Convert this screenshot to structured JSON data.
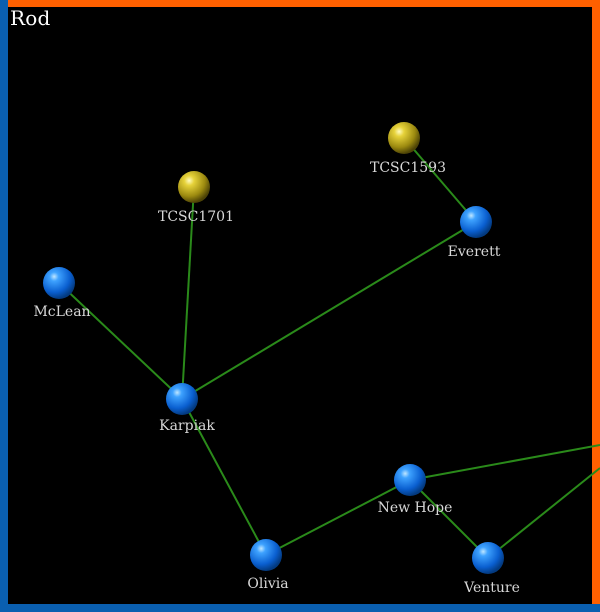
{
  "title": "Rod",
  "colors": {
    "background": "#000000",
    "border_orange": "#ff6000",
    "border_blue": "#0a5fb0",
    "edge": "#2a8a1a",
    "node_blue": "#1a7fff",
    "node_gold": "#c8b21a",
    "label": "#d8d8d8"
  },
  "nodes": [
    {
      "id": "tcsc1593",
      "label": "TCSC1593",
      "kind": "gold"
    },
    {
      "id": "tcsc1701",
      "label": "TCSC1701",
      "kind": "gold"
    },
    {
      "id": "everett",
      "label": "Everett",
      "kind": "blue"
    },
    {
      "id": "mclean",
      "label": "McLean",
      "kind": "blue"
    },
    {
      "id": "karpiak",
      "label": "Karpiak",
      "kind": "blue"
    },
    {
      "id": "new-hope",
      "label": "New Hope",
      "kind": "blue"
    },
    {
      "id": "olivia",
      "label": "Olivia",
      "kind": "blue"
    },
    {
      "id": "venture",
      "label": "Venture",
      "kind": "blue"
    }
  ],
  "edges": [
    {
      "from": "tcsc1593",
      "to": "everett"
    },
    {
      "from": "tcsc1701",
      "to": "karpiak"
    },
    {
      "from": "everett",
      "to": "karpiak"
    },
    {
      "from": "mclean",
      "to": "karpiak"
    },
    {
      "from": "karpiak",
      "to": "olivia"
    },
    {
      "from": "olivia",
      "to": "new-hope"
    },
    {
      "from": "new-hope",
      "to": "venture"
    },
    {
      "from": "new-hope",
      "to": "offscreen-east"
    },
    {
      "from": "venture",
      "to": "offscreen-east"
    }
  ]
}
